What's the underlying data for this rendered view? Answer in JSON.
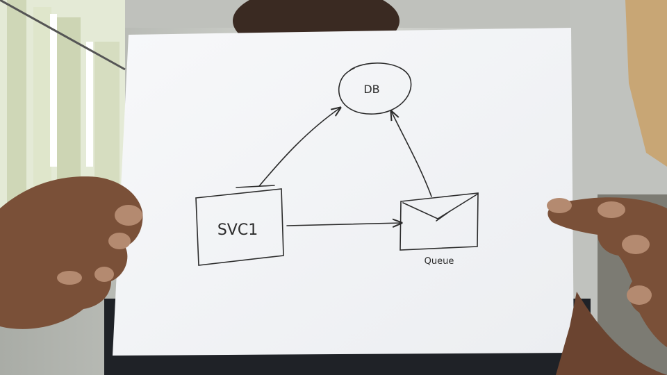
{
  "diagram": {
    "nodes": {
      "db": {
        "label": "DB",
        "shape": "ellipse"
      },
      "svc1": {
        "label": "SVC1",
        "shape": "rectangle"
      },
      "queue": {
        "label": "Queue",
        "shape": "envelope"
      }
    },
    "edges": [
      {
        "from": "svc1",
        "to": "db"
      },
      {
        "from": "svc1",
        "to": "queue"
      },
      {
        "from": "queue",
        "to": "db"
      }
    ]
  },
  "colors": {
    "paper": "#f4f5f7",
    "ink": "#2b2b2b",
    "wall": "#c9cbc8",
    "skin": "#7a5038",
    "blinds": "#dde4cc"
  }
}
